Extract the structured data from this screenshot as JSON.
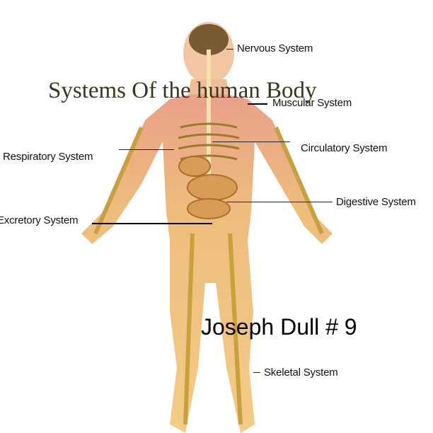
{
  "title": "Systems Of the human Body",
  "author": "Joseph Dull # 9",
  "labels": {
    "nervous": "Nervous System",
    "muscular": "Muscular System",
    "respiratory": "Respiratory System",
    "circulatory": "Circulatory System",
    "digestive": "Digestive System",
    "excretory": "Excretory System",
    "skeletal": "Skeletal System"
  },
  "colors": {
    "skin": "#f2c27a",
    "muscle": "#e08a7a",
    "bone": "#d9b450",
    "title": "#3a3620"
  }
}
